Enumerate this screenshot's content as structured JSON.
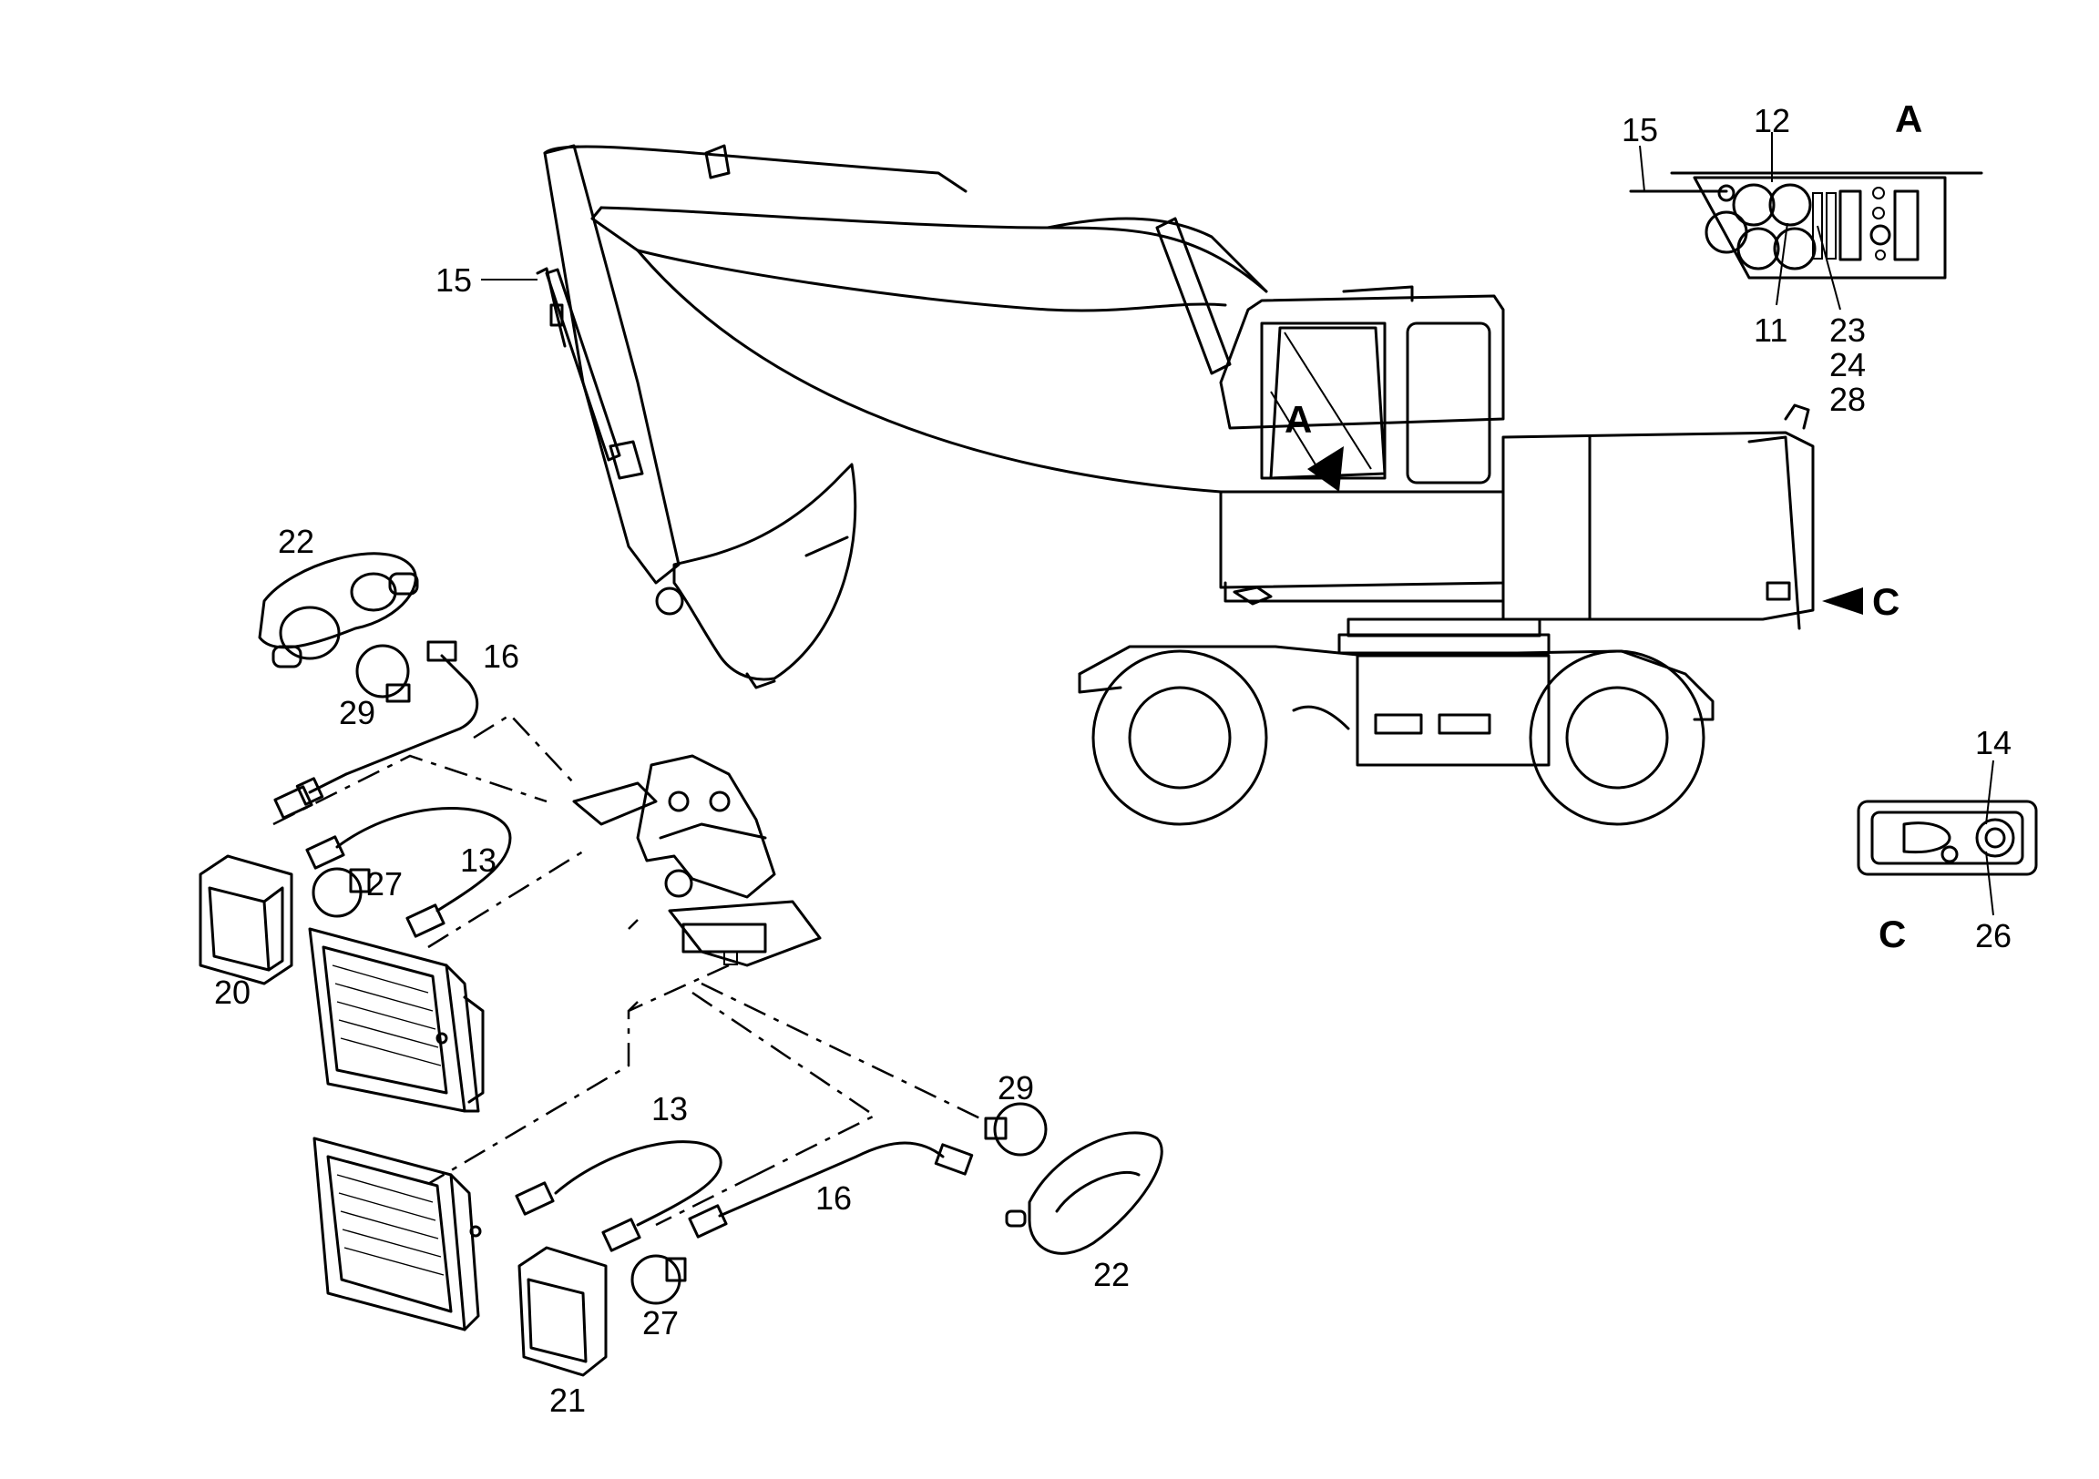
{
  "callouts": {
    "c15_main": "15",
    "c15_a": "15",
    "c12": "12",
    "c11": "11",
    "c23": "23",
    "c24": "24",
    "c28": "28",
    "c14": "14",
    "c26": "26",
    "c22_top": "22",
    "c29_top": "29",
    "c16_top": "16",
    "c13_top": "13",
    "c27_top": "27",
    "c20": "20",
    "c29_bot": "29",
    "c13_bot": "13",
    "c16_bot": "16",
    "c22_bot": "22",
    "c27_bot": "27",
    "c21": "21"
  },
  "views": {
    "a_detail": "A",
    "a_arrow": "A",
    "c_detail": "C",
    "c_arrow": "C"
  }
}
